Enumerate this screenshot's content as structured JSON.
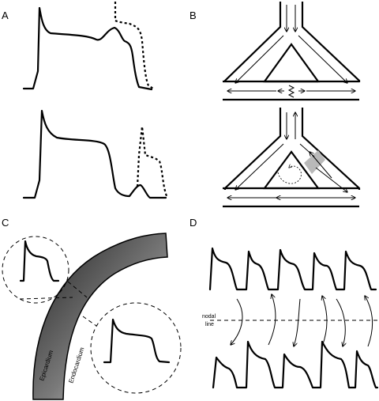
{
  "panels": {
    "a": {
      "label": "A"
    },
    "b": {
      "label": "B"
    },
    "c": {
      "label": "C",
      "epicardium": "Epicardium",
      "endocardium": "Endocardium"
    },
    "d": {
      "label": "D",
      "nodal_line_1": "nodal",
      "nodal_line_2": "line"
    }
  },
  "colors": {
    "ink": "#000000",
    "gradient_dark": "#2a2a2a",
    "gradient_light": "#f2f2f2",
    "highlight": "#b9b9b9"
  }
}
